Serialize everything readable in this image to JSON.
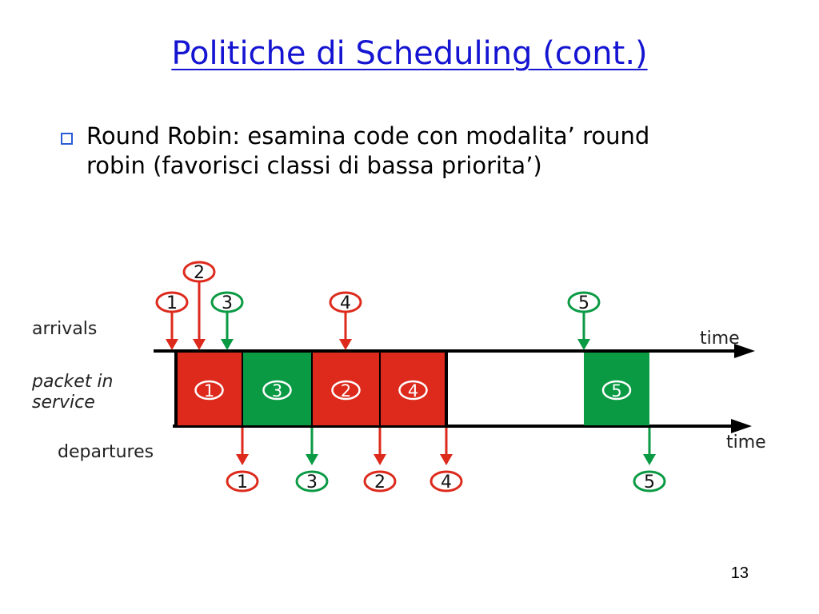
{
  "slide": {
    "title": "Politiche di Scheduling (cont.)",
    "bullet_lines": [
      "Round Robin: esamina code con modalita’ round",
      "robin (favorisci classi di bassa priorita’)"
    ],
    "page_number": "13"
  },
  "diagram": {
    "labels": {
      "arrivals": "arrivals",
      "packet_in": "packet in",
      "service": "service",
      "departures": "departures",
      "time_top": "time",
      "time_bottom": "time"
    },
    "colors": {
      "red": "#dd2a1c",
      "green": "#0a9a44"
    },
    "arrivals": [
      {
        "packet": "1",
        "color": "red"
      },
      {
        "packet": "2",
        "color": "red"
      },
      {
        "packet": "3",
        "color": "green"
      },
      {
        "packet": "4",
        "color": "red"
      },
      {
        "packet": "5",
        "color": "green"
      }
    ],
    "service": [
      {
        "packet": "1",
        "color": "red"
      },
      {
        "packet": "3",
        "color": "green"
      },
      {
        "packet": "2",
        "color": "red"
      },
      {
        "packet": "4",
        "color": "red"
      },
      {
        "packet": "5",
        "color": "green"
      }
    ],
    "departures": [
      {
        "packet": "1",
        "color": "red"
      },
      {
        "packet": "3",
        "color": "green"
      },
      {
        "packet": "2",
        "color": "red"
      },
      {
        "packet": "4",
        "color": "red"
      },
      {
        "packet": "5",
        "color": "green"
      }
    ]
  }
}
